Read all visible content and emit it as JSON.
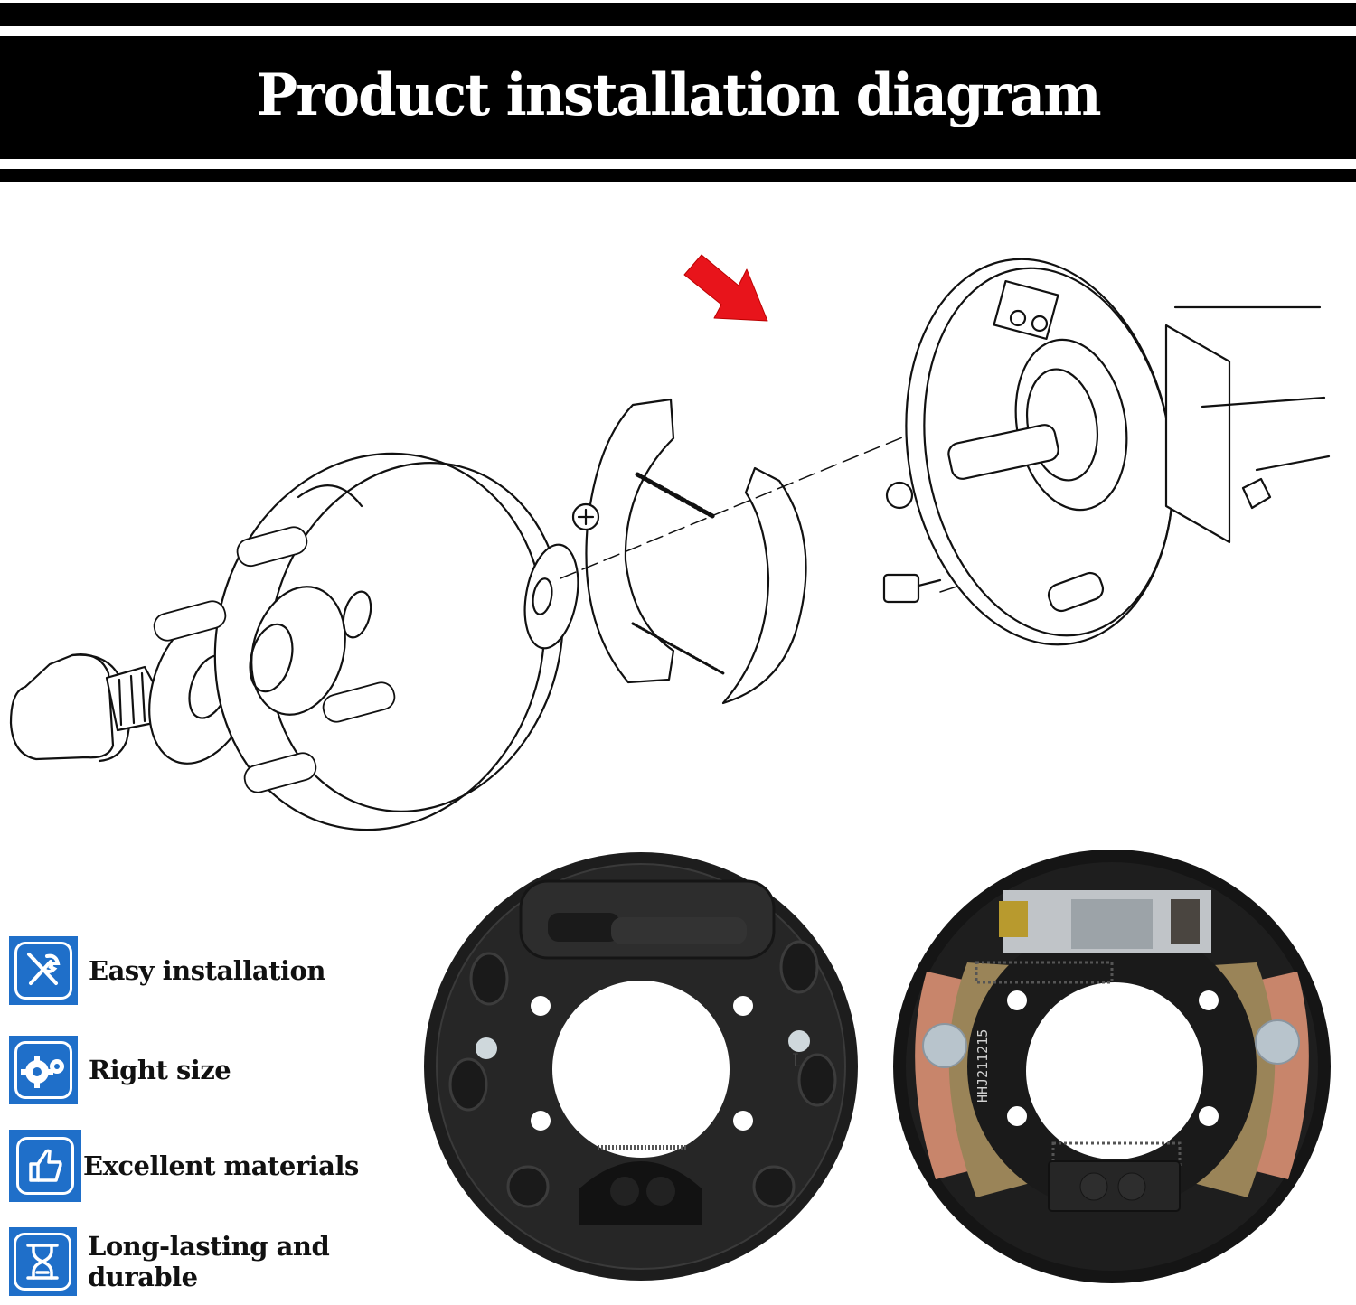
{
  "header": {
    "title": "Product installation diagram",
    "background": "#000000",
    "text_color": "#ffffff"
  },
  "diagram": {
    "type": "exploded-view",
    "subject": "trailer hydraulic drum brake assembly",
    "components": [
      "dust-cap",
      "castle-nut",
      "washer",
      "hub-drum-with-studs",
      "inner-seal",
      "brake-shoe-with-hold-down-and-springs",
      "brake-shoe-lining",
      "backing-plate",
      "adjuster-star-wheel",
      "wheel-cylinder",
      "mounting-bolt",
      "axle-flange-and-spindle",
      "lock-nut"
    ],
    "arrow": {
      "color": "#e8141b",
      "points_to": "brake-shoe-lining"
    }
  },
  "features": [
    {
      "label": "Easy installation",
      "icon": "wrench-screwdriver-icon"
    },
    {
      "label": "Right size",
      "icon": "gears-icon"
    },
    {
      "label": "Excellent materials",
      "icon": "thumbs-up-icon"
    },
    {
      "label": "Long-lasting and durable",
      "icon": "hourglass-icon"
    }
  ],
  "feature_icon_color": "#1f6fc9",
  "photos": {
    "back_plate": {
      "alt": "Brake backing plate (rear view)",
      "marking": "L"
    },
    "front_assembly": {
      "alt": "Assembled brake with shoes (front view)",
      "marking": "HHJ211215"
    }
  }
}
